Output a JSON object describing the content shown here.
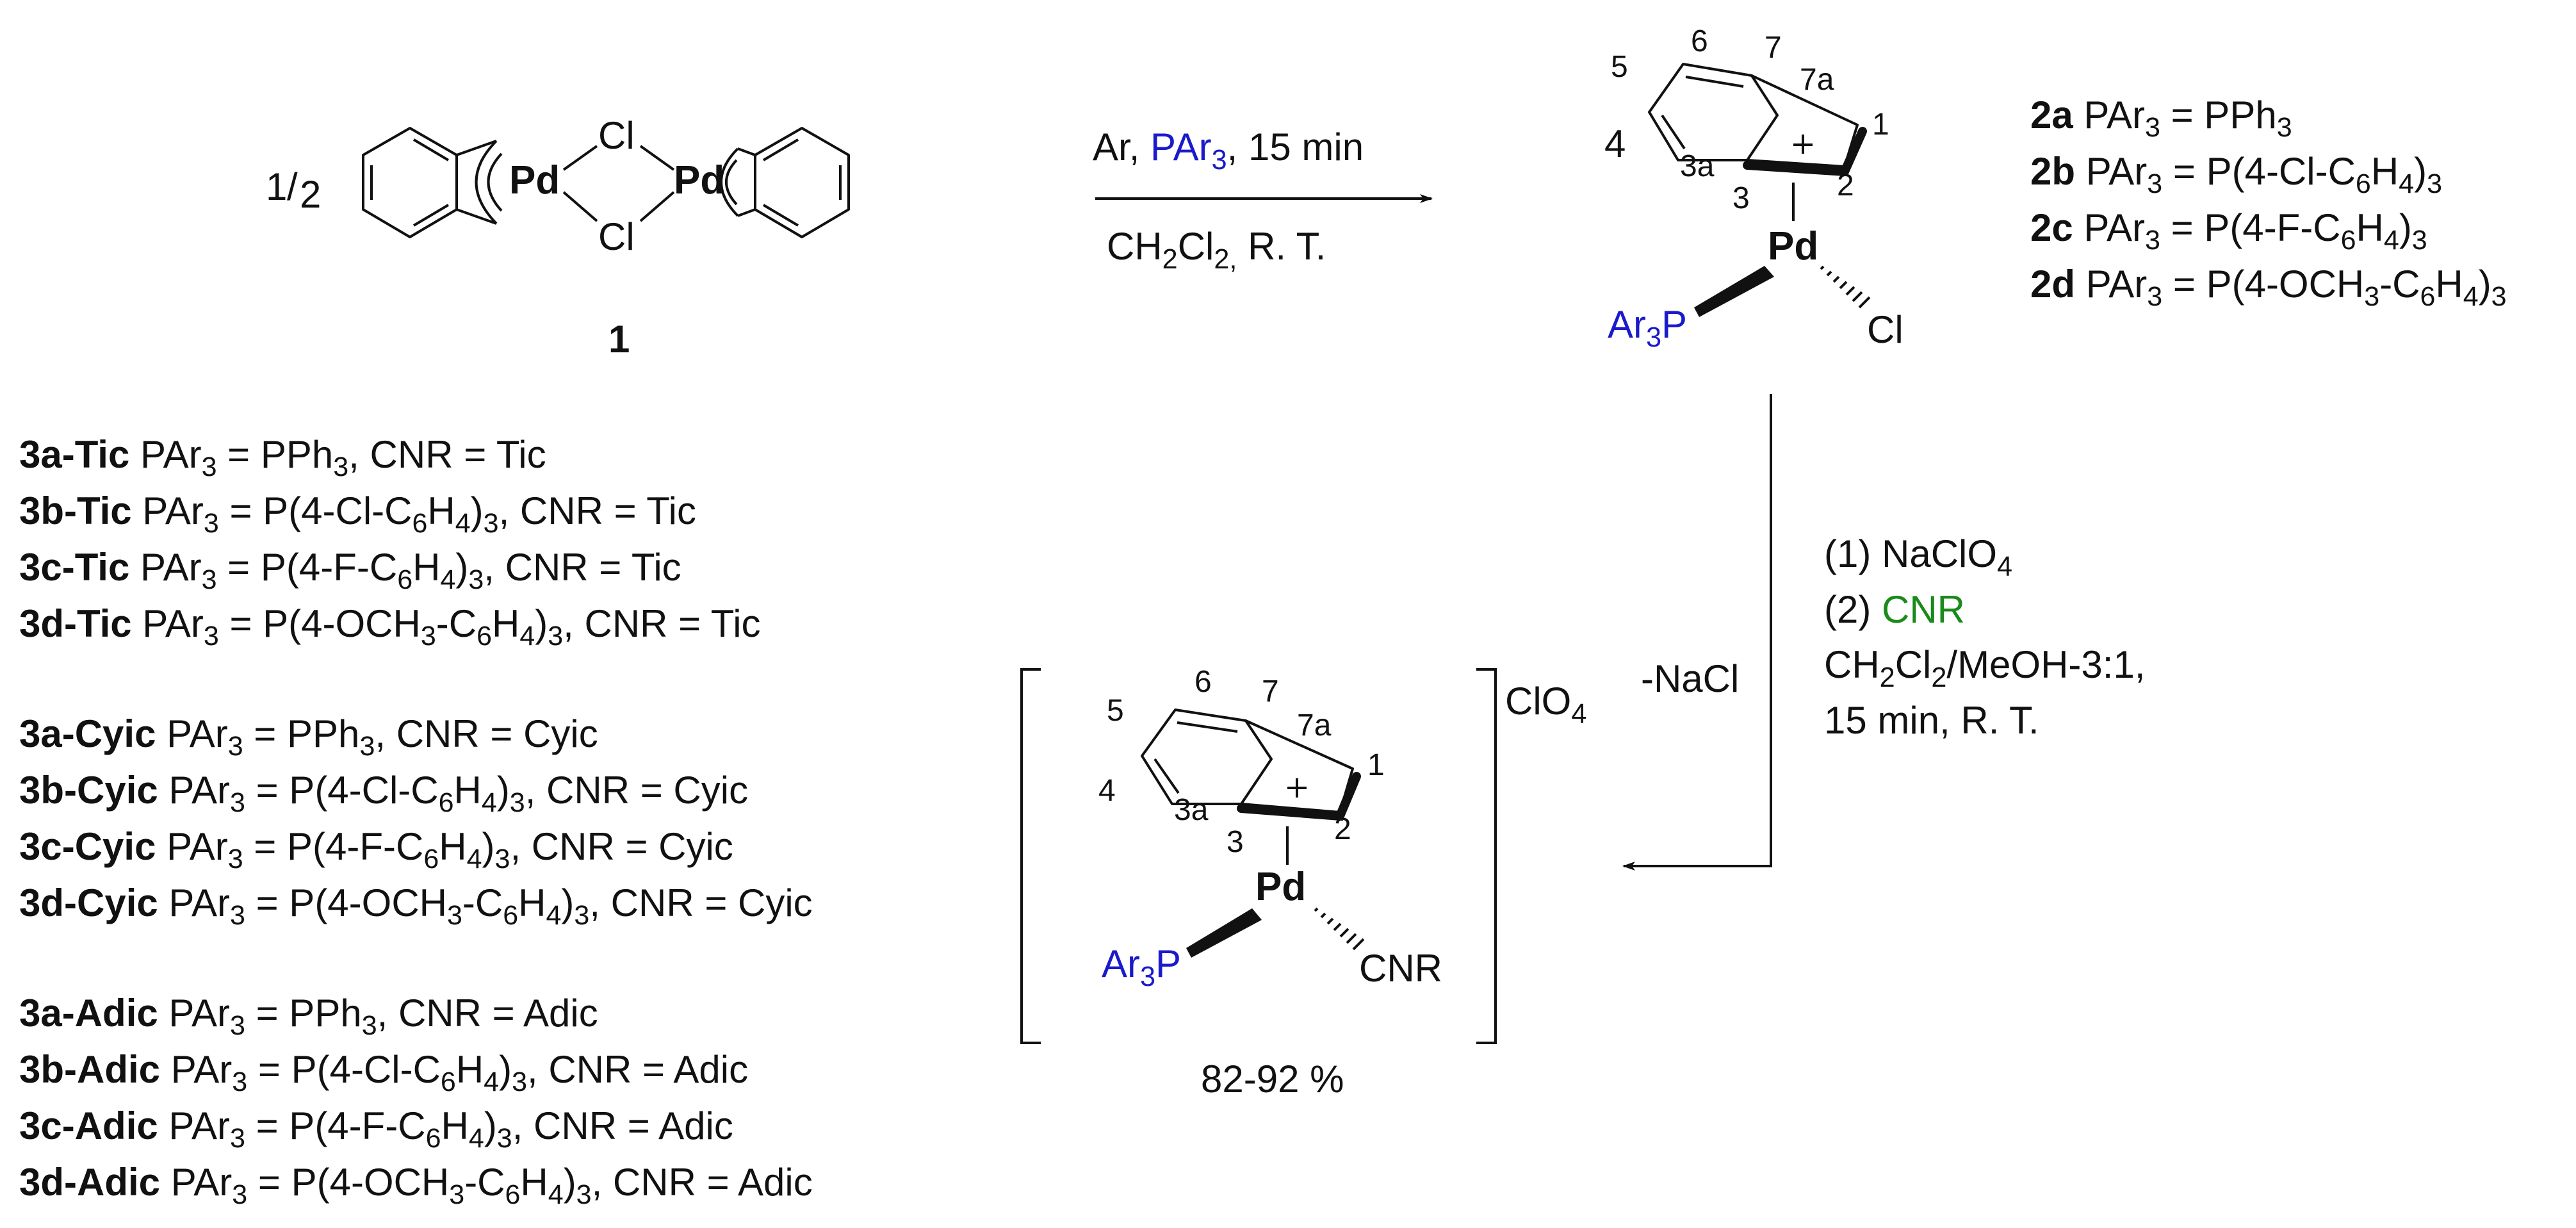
{
  "colors": {
    "ink": "#111111",
    "ligand_blue": "#1a1acc",
    "cnr_green": "#1a8a1a",
    "locant_magenta": "#dd11dd"
  },
  "reactant": {
    "coefficient_num": "1",
    "coefficient_den": "2",
    "metal": "Pd",
    "bridge": "Cl",
    "compound_number": "1"
  },
  "step1": {
    "above_prefix": "Ar, ",
    "above_reagent": "PAr",
    "above_reagent_sub": "3",
    "above_suffix": ", 15 min",
    "below_main": "CH",
    "below_sub1": "2",
    "below_mid": "Cl",
    "below_sub2": "2,",
    "below_end": " R. T."
  },
  "product2": {
    "metal": "Pd",
    "halide": "Cl",
    "phosphine": "Ar",
    "phosphine_sub": "3",
    "phosphine_end": "P",
    "locants": [
      "1",
      "2",
      "3",
      "3a",
      "4",
      "5",
      "6",
      "7",
      "7a"
    ]
  },
  "list2": [
    {
      "id": "2a",
      "parts": [
        [
          "PAr",
          "n"
        ],
        [
          "3",
          "s"
        ],
        [
          " = PPh",
          "n"
        ],
        [
          "3",
          "s"
        ]
      ]
    },
    {
      "id": "2b",
      "parts": [
        [
          "PAr",
          "n"
        ],
        [
          "3",
          "s"
        ],
        [
          " = P(4-Cl-C",
          "n"
        ],
        [
          "6",
          "s"
        ],
        [
          "H",
          "n"
        ],
        [
          "4",
          "s"
        ],
        [
          ")",
          "n"
        ],
        [
          "3",
          "s"
        ]
      ]
    },
    {
      "id": "2c",
      "parts": [
        [
          "PAr",
          "n"
        ],
        [
          "3",
          "s"
        ],
        [
          " = P(4-F-C",
          "n"
        ],
        [
          "6",
          "s"
        ],
        [
          "H",
          "n"
        ],
        [
          "4",
          "s"
        ],
        [
          ")",
          "n"
        ],
        [
          "3",
          "s"
        ]
      ]
    },
    {
      "id": "2d",
      "parts": [
        [
          "PAr",
          "n"
        ],
        [
          "3",
          "s"
        ],
        [
          " = P(4-OCH",
          "n"
        ],
        [
          "3",
          "s"
        ],
        [
          "-C",
          "n"
        ],
        [
          "6",
          "s"
        ],
        [
          "H",
          "n"
        ],
        [
          "4",
          "s"
        ],
        [
          ")",
          "n"
        ],
        [
          "3",
          "s"
        ]
      ]
    }
  ],
  "step2": {
    "line1_main": "(1) NaClO",
    "line1_sub": "4",
    "line2_prefix": "(2) ",
    "line2_reagent": "CNR",
    "line3_a": "CH",
    "line3_sub1": "2",
    "line3_b": "Cl",
    "line3_sub2": "2",
    "line3_c": "/MeOH-3:1,",
    "line4": "15 min, R. T.",
    "side_label": "-NaCl"
  },
  "product3": {
    "metal": "Pd",
    "isocyanide": "CNR",
    "phosphine": "Ar",
    "phosphine_sub": "3",
    "phosphine_end": "P",
    "counterion": "ClO",
    "counterion_sub": "4",
    "yield": "82-92 %",
    "locants": [
      "1",
      "2",
      "3",
      "3a",
      "4",
      "5",
      "6",
      "7",
      "7a"
    ]
  },
  "list3": [
    {
      "id": "3a-Tic",
      "parts": [
        [
          "PAr",
          "n"
        ],
        [
          "3",
          "s"
        ],
        [
          " = PPh",
          "n"
        ],
        [
          "3",
          "s"
        ],
        [
          ", CNR = Tic",
          "n"
        ]
      ]
    },
    {
      "id": "3b-Tic",
      "parts": [
        [
          "PAr",
          "n"
        ],
        [
          "3",
          "s"
        ],
        [
          " = P(4-Cl-C",
          "n"
        ],
        [
          "6",
          "s"
        ],
        [
          "H",
          "n"
        ],
        [
          "4",
          "s"
        ],
        [
          ")",
          "n"
        ],
        [
          "3",
          "s"
        ],
        [
          ", CNR = Tic",
          "n"
        ]
      ]
    },
    {
      "id": "3c-Tic",
      "parts": [
        [
          "PAr",
          "n"
        ],
        [
          "3",
          "s"
        ],
        [
          " = P(4-F-C",
          "n"
        ],
        [
          "6",
          "s"
        ],
        [
          "H",
          "n"
        ],
        [
          "4",
          "s"
        ],
        [
          ")",
          "n"
        ],
        [
          "3",
          "s"
        ],
        [
          ", CNR = Tic",
          "n"
        ]
      ]
    },
    {
      "id": "3d-Tic",
      "parts": [
        [
          "PAr",
          "n"
        ],
        [
          "3",
          "s"
        ],
        [
          " = P(4-OCH",
          "n"
        ],
        [
          "3",
          "s"
        ],
        [
          "-C",
          "n"
        ],
        [
          "6",
          "s"
        ],
        [
          "H",
          "n"
        ],
        [
          "4",
          "s"
        ],
        [
          ")",
          "n"
        ],
        [
          "3",
          "s"
        ],
        [
          ", CNR = Tic",
          "n"
        ]
      ]
    },
    {
      "id": "3a-Cyic",
      "parts": [
        [
          "PAr",
          "n"
        ],
        [
          "3",
          "s"
        ],
        [
          " = PPh",
          "n"
        ],
        [
          "3",
          "s"
        ],
        [
          ", CNR = Cyic",
          "n"
        ]
      ]
    },
    {
      "id": "3b-Cyic",
      "parts": [
        [
          "PAr",
          "n"
        ],
        [
          "3",
          "s"
        ],
        [
          " = P(4-Cl-C",
          "n"
        ],
        [
          "6",
          "s"
        ],
        [
          "H",
          "n"
        ],
        [
          "4",
          "s"
        ],
        [
          ")",
          "n"
        ],
        [
          "3",
          "s"
        ],
        [
          ", CNR = Cyic",
          "n"
        ]
      ]
    },
    {
      "id": "3c-Cyic",
      "parts": [
        [
          "PAr",
          "n"
        ],
        [
          "3",
          "s"
        ],
        [
          " = P(4-F-C",
          "n"
        ],
        [
          "6",
          "s"
        ],
        [
          "H",
          "n"
        ],
        [
          "4",
          "s"
        ],
        [
          ")",
          "n"
        ],
        [
          "3",
          "s"
        ],
        [
          ", CNR = Cyic",
          "n"
        ]
      ]
    },
    {
      "id": "3d-Cyic",
      "parts": [
        [
          "PAr",
          "n"
        ],
        [
          "3",
          "s"
        ],
        [
          " = P(4-OCH",
          "n"
        ],
        [
          "3",
          "s"
        ],
        [
          "-C",
          "n"
        ],
        [
          "6",
          "s"
        ],
        [
          "H",
          "n"
        ],
        [
          "4",
          "s"
        ],
        [
          ")",
          "n"
        ],
        [
          "3",
          "s"
        ],
        [
          ", CNR = Cyic",
          "n"
        ]
      ]
    },
    {
      "id": "3a-Adic",
      "parts": [
        [
          "PAr",
          "n"
        ],
        [
          "3",
          "s"
        ],
        [
          " = PPh",
          "n"
        ],
        [
          "3",
          "s"
        ],
        [
          ", CNR = Adic",
          "n"
        ]
      ]
    },
    {
      "id": "3b-Adic",
      "parts": [
        [
          "PAr",
          "n"
        ],
        [
          "3",
          "s"
        ],
        [
          " = P(4-Cl-C",
          "n"
        ],
        [
          "6",
          "s"
        ],
        [
          "H",
          "n"
        ],
        [
          "4",
          "s"
        ],
        [
          ")",
          "n"
        ],
        [
          "3",
          "s"
        ],
        [
          ", CNR = Adic",
          "n"
        ]
      ]
    },
    {
      "id": "3c-Adic",
      "parts": [
        [
          "PAr",
          "n"
        ],
        [
          "3",
          "s"
        ],
        [
          " = P(4-F-C",
          "n"
        ],
        [
          "6",
          "s"
        ],
        [
          "H",
          "n"
        ],
        [
          "4",
          "s"
        ],
        [
          ")",
          "n"
        ],
        [
          "3",
          "s"
        ],
        [
          ", CNR = Adic",
          "n"
        ]
      ]
    },
    {
      "id": "3d-Adic",
      "parts": [
        [
          "PAr",
          "n"
        ],
        [
          "3",
          "s"
        ],
        [
          " = P(4-OCH",
          "n"
        ],
        [
          "3",
          "s"
        ],
        [
          "-C",
          "n"
        ],
        [
          "6",
          "s"
        ],
        [
          "H",
          "n"
        ],
        [
          "4",
          "s"
        ],
        [
          ")",
          "n"
        ],
        [
          "3",
          "s"
        ],
        [
          ", CNR = Adic",
          "n"
        ]
      ]
    }
  ]
}
